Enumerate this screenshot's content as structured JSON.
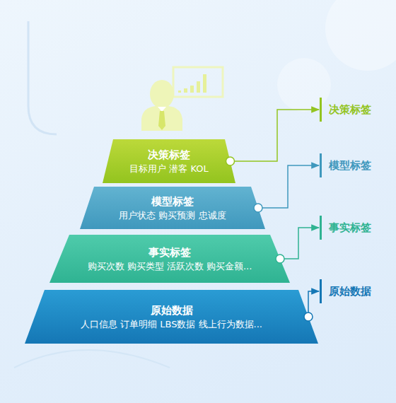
{
  "diagram": {
    "nodes": [
      {
        "text": [
          "决策标签",
          "目标用户 潜客 KOL"
        ]
      },
      {
        "text": [
          "模型标签",
          "用户状态 购买预测 忠诚度"
        ]
      },
      {
        "text": [
          "事实标签",
          "购买次数 购买类型 活跃次数 购买金额..."
        ]
      },
      {
        "text": [
          "原始数据",
          "人口信息 订单明细 LBS数据 线上行为数据..."
        ]
      },
      {
        "text": [
          "决策标签"
        ]
      },
      {
        "text": [
          "模型标签"
        ]
      },
      {
        "text": [
          "事实标签"
        ]
      },
      {
        "text": [
          "原始数据"
        ]
      }
    ],
    "edges": [
      {
        "from": 0,
        "to": 4,
        "arrow": "to"
      },
      {
        "from": 1,
        "to": 5,
        "arrow": "to"
      },
      {
        "from": 2,
        "to": 6,
        "arrow": "to"
      },
      {
        "from": 3,
        "to": 7,
        "arrow": "to"
      }
    ]
  }
}
